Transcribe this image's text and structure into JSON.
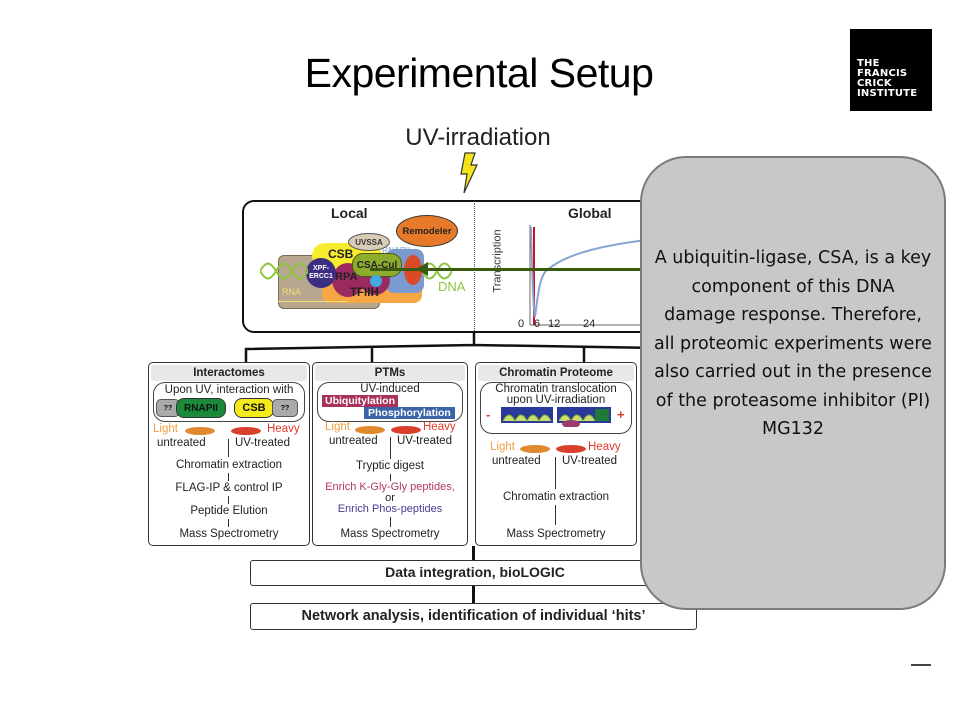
{
  "slide": {
    "title": "Experimental Setup"
  },
  "logo": {
    "lines": [
      "THE",
      "FRANCIS",
      "CRICK",
      "INSTITUTE"
    ]
  },
  "diagram": {
    "trigger_label": "UV-irradiation",
    "top_panel": {
      "local_label": "Local",
      "global_label": "Global",
      "complex_components": [
        "Remodeler",
        "UVSSA",
        "CSB",
        "RNAPII",
        "XPF-ERCC1",
        "RPA",
        "CSA-Cul",
        "TFIIH",
        "RNA",
        "DNA"
      ],
      "transcription_chart": {
        "y_label": "Transcription",
        "x_ticks": [
          "0",
          "6",
          "12",
          "24"
        ]
      }
    },
    "columns": [
      {
        "title": "Interactomes",
        "inner_title": "Upon UV, interaction with",
        "chips": [
          "??",
          "RNAPII",
          "CSB",
          "??"
        ],
        "light_label": "Light",
        "heavy_label": "Heavy",
        "untreated_label": "untreated",
        "treated_label": "UV-treated",
        "steps": [
          "Chromatin extraction",
          "FLAG-IP & control IP",
          "Peptide Elution",
          "Mass Spectrometry"
        ]
      },
      {
        "title": "PTMs",
        "inner_title": "UV-induced",
        "tags": [
          "Ubiquitylation",
          "Phosphorylation"
        ],
        "light_label": "Light",
        "heavy_label": "Heavy",
        "untreated_label": "untreated",
        "treated_label": "UV-treated",
        "steps": [
          "Tryptic digest",
          "Enrich K-Gly-Gly peptides,",
          "or",
          "Enrich Phos-peptides",
          "Mass Spectrometry"
        ]
      },
      {
        "title": "Chromatin Proteome",
        "inner_title_1": "Chromatin translocation",
        "inner_title_2": "upon UV-irradiation",
        "minus": "-",
        "plus": "+",
        "light_label": "Light",
        "heavy_label": "Heavy",
        "untreated_label": "untreated",
        "treated_label": "UV-treated",
        "steps": [
          "Chromatin extraction",
          "Mass Spectrometry"
        ]
      }
    ],
    "integration_label": "Data integration, bioLOGIC",
    "network_label": "Network analysis, identification of individual ‘hits’"
  },
  "callout": {
    "text": "A ubiquitin-ligase, CSA, is a key component of this DNA damage response. Therefore, all proteomic experiments were also carried out in the presence of the proteasome inhibitor (PI) MG132"
  },
  "colors": {
    "light": "#f0a040",
    "heavy": "#e03a2a",
    "ubiquitylation": "#a8325a",
    "phosphorylation": "#3c64a8",
    "kgg": "#b03a5a",
    "phos": "#4a3a90",
    "pointer": "#3a5a10",
    "callout_bg": "#c8c8c8"
  }
}
